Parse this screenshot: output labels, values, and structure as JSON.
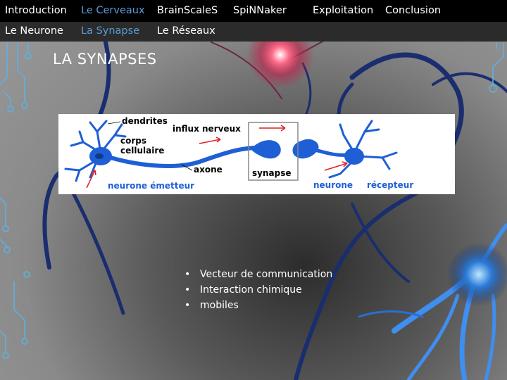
{
  "nav": {
    "top": [
      {
        "label": "Introduction",
        "active": false
      },
      {
        "label": "Le Cerveaux",
        "active": true
      },
      {
        "label": "BrainScaleS",
        "active": false
      },
      {
        "label": "SpiNNaker",
        "active": false
      },
      {
        "label": "Exploitation",
        "active": false
      },
      {
        "label": "Conclusion",
        "active": false
      }
    ],
    "sub": [
      {
        "label": "Le Neurone",
        "active": false
      },
      {
        "label": "La Synapse",
        "active": true
      },
      {
        "label": "Le Réseaux",
        "active": false
      }
    ]
  },
  "slide": {
    "title": "LA SYNAPSES",
    "diagram": {
      "dendrites": "dendrites",
      "corps": "corps",
      "cellulaire": "cellulaire",
      "influx": "influx nerveux",
      "axone": "axone",
      "synapse": "synapse",
      "emetteur": "neurone émetteur",
      "neurone": "neurone",
      "recepteur": "récepteur"
    },
    "bullets": [
      "Vecteur de communication",
      "Interaction chimique",
      "mobiles"
    ]
  },
  "colors": {
    "accent": "#5b9bd5",
    "neuron_blue": "#1f5fd6",
    "arrow_red": "#e02020"
  }
}
